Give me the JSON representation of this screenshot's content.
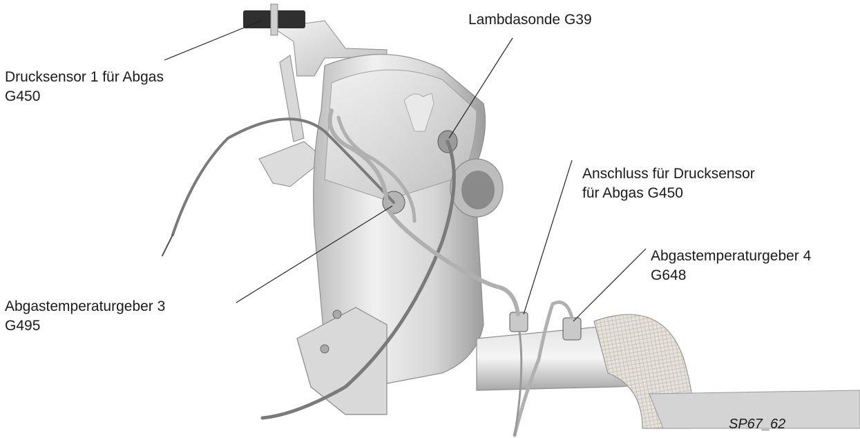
{
  "figure_id": "SP67_62",
  "labels": {
    "drucksensor": {
      "line1": "Drucksensor 1 für Abgas",
      "line2": "G450"
    },
    "lambdasonde": {
      "line1": "Lambdasonde G39"
    },
    "anschluss": {
      "line1": "Anschluss für Drucksensor",
      "line2": "für Abgas G450"
    },
    "temp4": {
      "line1": "Abgastemperaturgeber 4",
      "line2": "G648"
    },
    "temp3": {
      "line1": "Abgastemperaturgeber 3",
      "line2": "G495"
    }
  },
  "colors": {
    "metal_light": "#ececec",
    "metal_mid": "#c9c9c9",
    "metal_dark": "#8a8a8a",
    "cable": "#7d7d7d",
    "leader": "#222222"
  }
}
